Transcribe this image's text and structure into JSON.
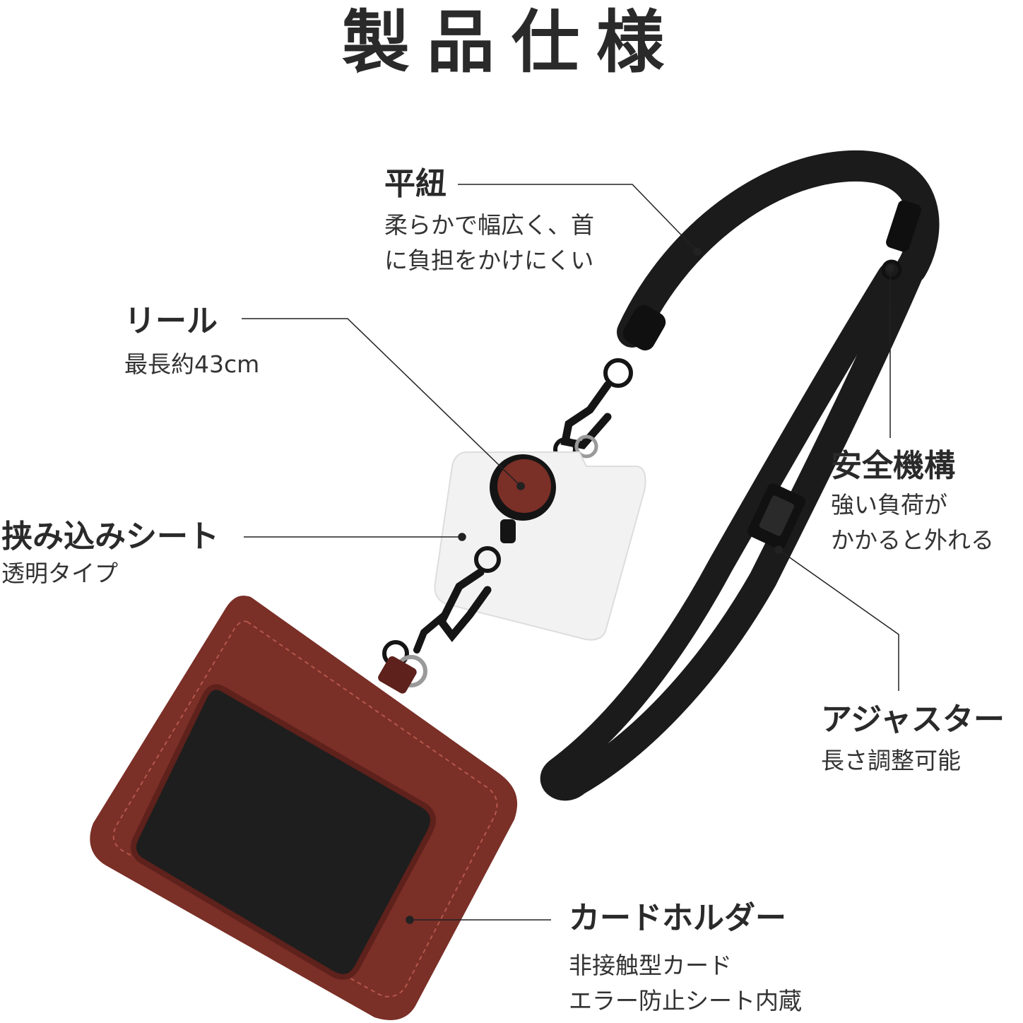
{
  "title": "製品仕様",
  "callouts": {
    "flat_strap": {
      "label": "平紐",
      "lines": [
        "柔らかで幅広く、首",
        "に負担をかけにくい"
      ]
    },
    "reel": {
      "label": "リール",
      "lines": [
        "最長約43cm"
      ]
    },
    "insert_sheet": {
      "label": "挟み込みシート",
      "lines": [
        "透明タイプ"
      ]
    },
    "safety": {
      "label": "安全機構",
      "lines": [
        "強い負荷が",
        "かかると外れる"
      ]
    },
    "adjuster": {
      "label": "アジャスター",
      "lines": [
        "長さ調整可能"
      ]
    },
    "card_holder": {
      "label": "カードホルダー",
      "lines": [
        "非接触型カード",
        "エラー防止シート内蔵"
      ]
    }
  },
  "colors": {
    "leather": "#7a2f27",
    "leather_dark": "#5e211b",
    "strap": "#1b1b1b",
    "window": "#1e1e1e",
    "sheet": "#f2f2f2"
  }
}
